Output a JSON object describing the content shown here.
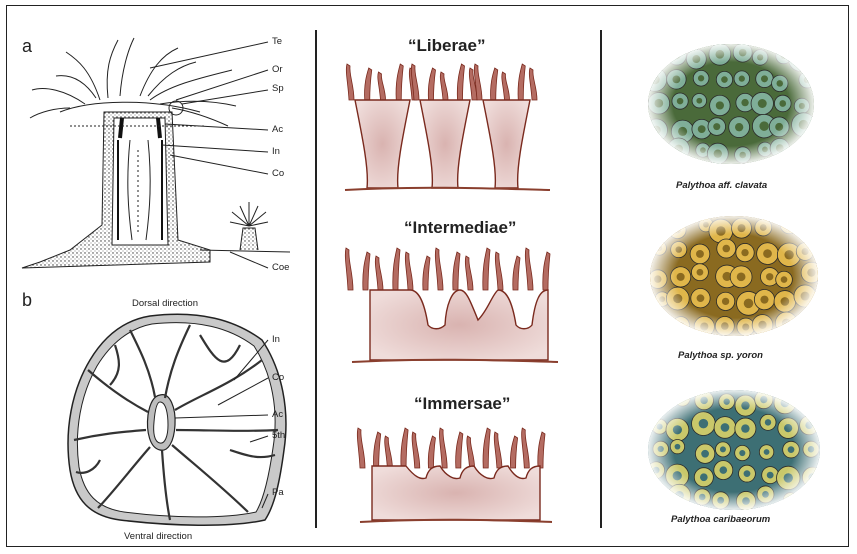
{
  "panel_a": {
    "letter": "a",
    "labels": {
      "te": "Te",
      "or": "Or",
      "sp": "Sp",
      "ac": "Ac",
      "in": "In",
      "co": "Co",
      "coe": "Coe"
    }
  },
  "panel_b": {
    "letter": "b",
    "dorsal": "Dorsal direction",
    "ventral": "Ventral direction",
    "labels": {
      "in": "In",
      "co": "Co",
      "ac": "Ac",
      "fifth": "5th",
      "pa": "Pa"
    }
  },
  "groups": [
    {
      "title": "“Liberae”"
    },
    {
      "title": "“Intermediae”"
    },
    {
      "title": "“Immersae”"
    }
  ],
  "photos": [
    {
      "caption": "Palythoa aff. clavata",
      "base_color": "#4a6a3a",
      "polyp_color": "#7fae98"
    },
    {
      "caption": "Palythoa sp. yoron",
      "base_color": "#8a6a20",
      "polyp_color": "#e0b64a"
    },
    {
      "caption": "Palythoa caribaeorum",
      "base_color": "#3d6f74",
      "polyp_color": "#c9c86a"
    }
  ],
  "colors": {
    "polyp_fill": "#e8cfcd",
    "polyp_outline": "#7a2a1e",
    "tentacle": "#b46c62",
    "substrate": "#8a3f2e"
  }
}
